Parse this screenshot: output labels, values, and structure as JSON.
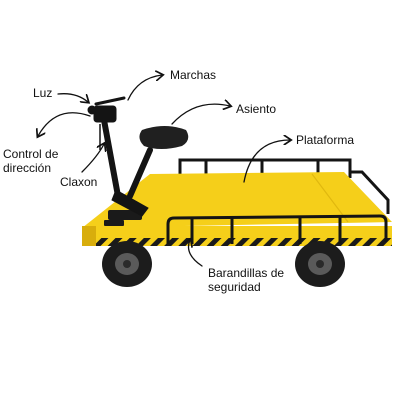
{
  "labels": {
    "luz": "Luz",
    "marchas": "Marchas",
    "asiento": "Asiento",
    "plataforma": "Plataforma",
    "control_direccion": "Control de dirección",
    "claxon": "Claxon",
    "barandillas": "Barandillas de seguridad"
  },
  "colors": {
    "platform_yellow": "#f5cf1a",
    "platform_shadow": "#d8ad0c",
    "hazard_black": "#1a1a1a",
    "frame_black": "#141414",
    "seat_black": "#202020",
    "wheel_black": "#1c1c1c",
    "hub_gray": "#5a5a5a"
  }
}
